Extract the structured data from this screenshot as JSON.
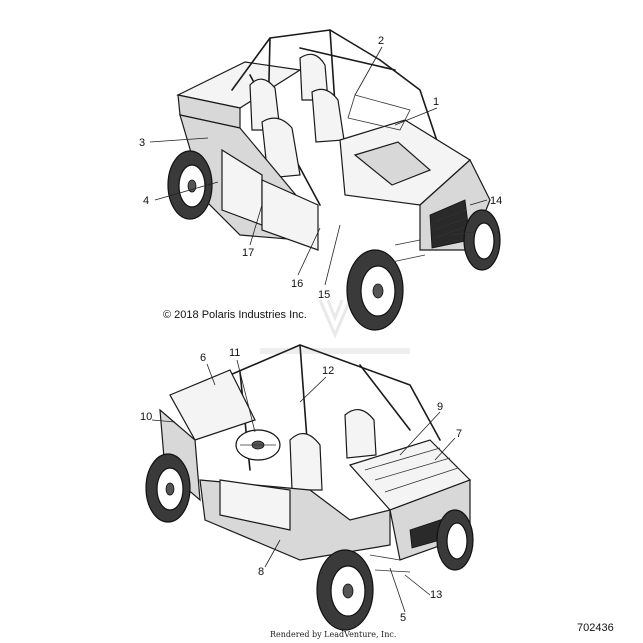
{
  "copyright": "© 2018 Polaris Industries Inc.",
  "part_number": "702436",
  "rendered_by": "Rendered by LeadVenture, Inc.",
  "callouts": [
    {
      "id": "1",
      "label": "1"
    },
    {
      "id": "2",
      "label": "2"
    },
    {
      "id": "3",
      "label": "3"
    },
    {
      "id": "4",
      "label": "4"
    },
    {
      "id": "5",
      "label": "5"
    },
    {
      "id": "6",
      "label": "6"
    },
    {
      "id": "7",
      "label": "7"
    },
    {
      "id": "8",
      "label": "8"
    },
    {
      "id": "9",
      "label": "9"
    },
    {
      "id": "10",
      "label": "10"
    },
    {
      "id": "11",
      "label": "11"
    },
    {
      "id": "12",
      "label": "12"
    },
    {
      "id": "13",
      "label": "13"
    },
    {
      "id": "14",
      "label": "14"
    },
    {
      "id": "15",
      "label": "15"
    },
    {
      "id": "16",
      "label": "16"
    },
    {
      "id": "17",
      "label": "17"
    }
  ],
  "icons": {
    "watermark": "leadventure-logo-icon"
  }
}
